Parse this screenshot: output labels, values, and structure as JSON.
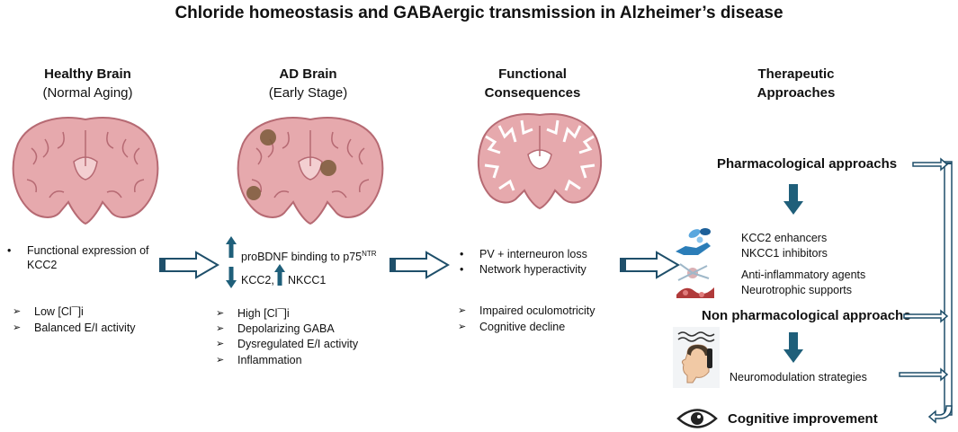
{
  "title": "Chloride homeostasis and GABAergic transmission in Alzheimer’s disease",
  "columns": {
    "healthy": {
      "title": "Healthy Brain",
      "subtitle": "(Normal Aging)"
    },
    "ad": {
      "title": "AD Brain",
      "subtitle": "(Early Stage)"
    },
    "functional": {
      "title_line1": "Functional",
      "title_line2": "Consequences"
    },
    "therapeutic": {
      "title_line1": "Therapeutic",
      "title_line2": "Approaches"
    }
  },
  "healthy": {
    "bullet1_line1": "Functional expression of",
    "bullet1_line2": "KCC2",
    "items": [
      "Low [Cl¯]i",
      "Balanced E/I activity"
    ]
  },
  "ad": {
    "up_text": "proBDNF binding to p75",
    "up_sup": "NTR",
    "down_text": "KCC2,",
    "nkcc1_text": "NKCC1",
    "items": [
      "High [Cl¯]i",
      "Depolarizing GABA",
      "Dysregulated E/I activity",
      "Inflammation"
    ]
  },
  "functional": {
    "bullets": [
      "PV + interneuron loss",
      "Network hyperactivity"
    ],
    "items": [
      "Impaired oculomotricity",
      "Cognitive decline"
    ]
  },
  "therapeutic": {
    "pharma": "Pharmacological approachs",
    "pharma_items_a": [
      "KCC2 enhancers",
      "NKCC1 inhibitors"
    ],
    "pharma_items_b": [
      "Anti-inflammatory agents",
      "Neurotrophic supports"
    ],
    "nonpharma": "Non pharmacological approachs",
    "neuro": "Neuromodulation strategies",
    "outcome": "Cognitive improvement"
  },
  "colors": {
    "arrow_fill": "#1f5f7a",
    "arrow_outline": "#1f4f6a",
    "brain_fill": "#e6a9ad",
    "brain_stroke": "#b66a73",
    "plaque": "#7a5a3a"
  }
}
